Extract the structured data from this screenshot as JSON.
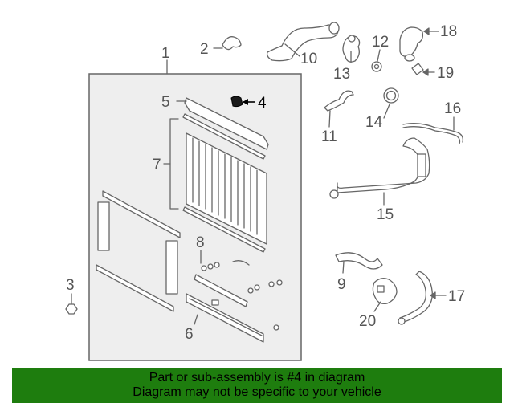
{
  "diagram": {
    "callouts": {
      "c1": "1",
      "c2": "2",
      "c3": "3",
      "c4": "4",
      "c5": "5",
      "c6": "6",
      "c7": "7",
      "c8": "8",
      "c9": "9",
      "c10": "10",
      "c11": "11",
      "c12": "12",
      "c13": "13",
      "c14": "14",
      "c15": "15",
      "c16": "16",
      "c17": "17",
      "c18": "18",
      "c19": "19",
      "c20": "20"
    },
    "highlight_part": "4",
    "colors": {
      "line": "#666666",
      "box": "#eeeeee",
      "highlight": "#000000"
    }
  },
  "banner": {
    "line1": "Part or sub-assembly is #4 in diagram",
    "line2": "Diagram may not be specific to your vehicle",
    "background": "#1e7d0e"
  }
}
